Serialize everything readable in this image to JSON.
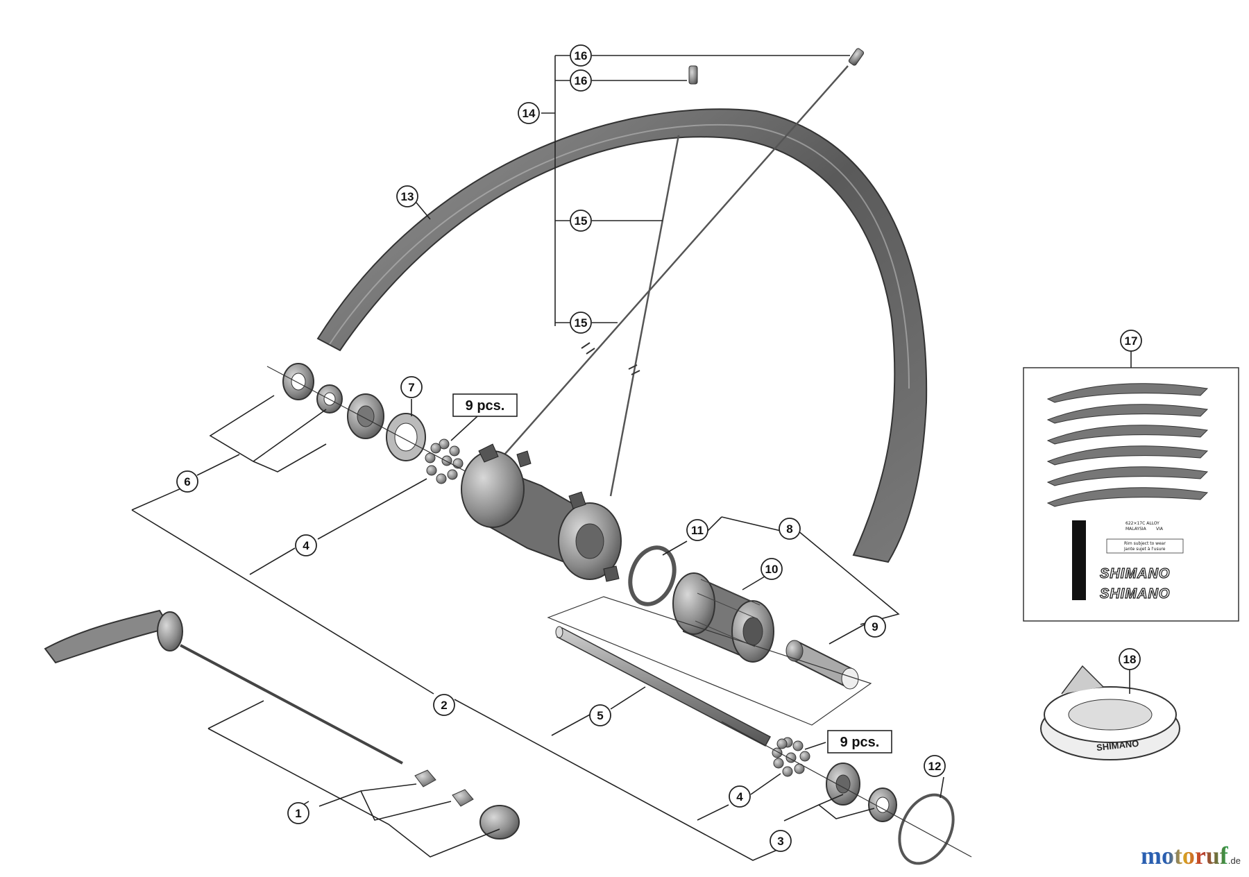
{
  "diagram": {
    "callouts": {
      "c1": "1",
      "c2": "2",
      "c3": "3",
      "c4a": "4",
      "c4b": "4",
      "c5": "5",
      "c6": "6",
      "c7": "7",
      "c8": "8",
      "c9": "9",
      "c10": "10",
      "c11": "11",
      "c12": "12",
      "c13": "13",
      "c14": "14",
      "c15a": "15",
      "c15b": "15",
      "c16a": "16",
      "c16b": "16",
      "c17": "17",
      "c18": "18"
    },
    "pcs_labels": {
      "upper": "9 pcs.",
      "lower": "9 pcs."
    },
    "sticker_sheet": {
      "rim_size": "622×17C ALLOY",
      "origin": "MALAYSIA",
      "origin_code": "VIA",
      "wear_line1": "Rim subject to wear",
      "wear_line2": "Jante sujet à l'usure",
      "brand_1": "SHIMANO",
      "brand_2": "SHIMANO"
    },
    "rim_tape_brand": "SHIMANO"
  },
  "watermark": {
    "text": "motoruf",
    "suffix": ".de"
  },
  "colors": {
    "line": "#222222",
    "part_fill": "#8a8a8a",
    "part_dark": "#4a4a4a",
    "rim": "#6f6f6f"
  }
}
